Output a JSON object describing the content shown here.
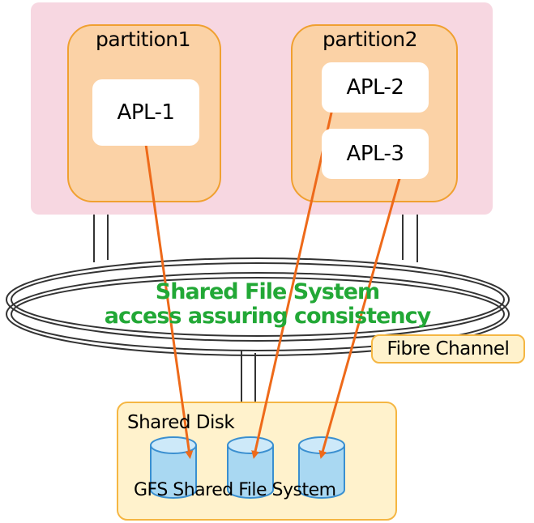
{
  "partitions": [
    {
      "title": "partition1",
      "apps": [
        "APL-1"
      ]
    },
    {
      "title": "partition2",
      "apps": [
        "APL-2",
        "APL-3"
      ]
    }
  ],
  "network": {
    "caption_line1": "Shared File System",
    "caption_line2": "access assuring consistency",
    "label": "Fibre Channel"
  },
  "storage": {
    "title": "Shared Disk",
    "filesystem_label": "GFS Shared File System"
  },
  "colors": {
    "server_background": "#f7d7e1",
    "partition_fill": "#fbd2a6",
    "partition_border": "#f0a030",
    "arrow": "#ee6a1a",
    "caption_text": "#22a836",
    "disk_box_fill": "#fff2cc",
    "disk_box_border": "#f5b642",
    "cylinder_fill": "#a9d8f2",
    "cylinder_border": "#3a8fd0"
  }
}
